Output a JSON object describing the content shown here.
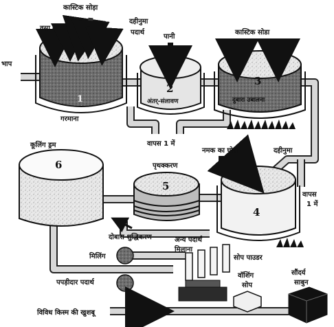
{
  "labels": {
    "caustic_soda_1": "कास्टिक सोड़ा",
    "fat": "वसा",
    "steam": "भाप",
    "heating": "गरमाना",
    "curd_like_material": "दहीनुमा",
    "material": "पदार्थ",
    "water": "पानी",
    "caustic_soda_2": "कास्टिक सोडा",
    "salting_out": "अंतर्-संलावण",
    "boiling_again": "दुबारा उबालना",
    "back_to_1": "वापस 1 में",
    "salt_solution": "नमक का घोल",
    "curd_like_2": "दहीनुमा",
    "back_to_1_b_line1": "वापस",
    "back_to_1_b_line2": "1 में",
    "cooling_drum": "कूलिंग ड्रम",
    "separation": "पृथक्करण",
    "repurification": "दोबारा शुद्धिकरण",
    "other_material": "अन्य पदार्थ",
    "mixing": "मिलाना",
    "milling": "मिलिंग",
    "soap_powder": "सोप पाउडर",
    "washing_soap_line1": "वॉशिंग",
    "washing_soap_line2": "सोप",
    "flaky_material": "पपड़ीदार पदार्थ",
    "cosmetic_soap_line1": "सौंदर्य",
    "cosmetic_soap_line2": "साबुन",
    "various_fragrances": "विविध किस्म की खुशबू"
  },
  "stages": {
    "s1": "1",
    "s2": "2",
    "s3": "3",
    "s4": "4",
    "s5": "5",
    "s6": "6"
  },
  "colors": {
    "ink": "#111111",
    "tank_fill": "#8c8c8c",
    "tank_light": "#cfcfcf",
    "paper": "#ffffff"
  }
}
